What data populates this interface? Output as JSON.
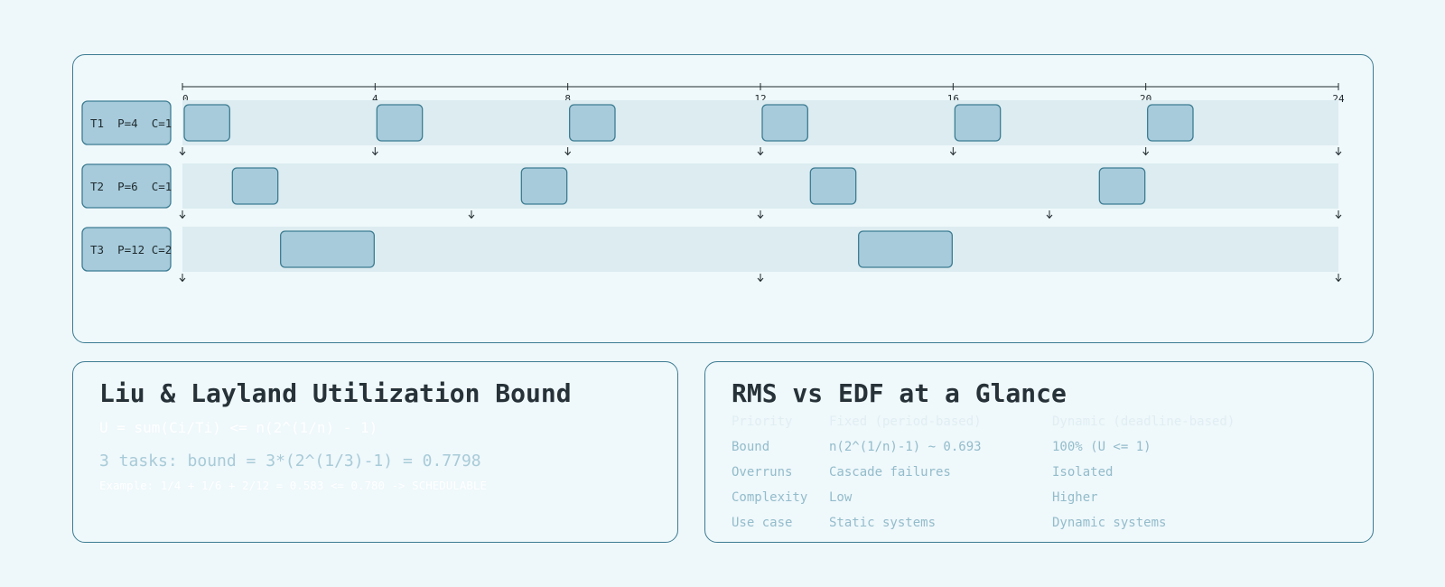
{
  "timeline": {
    "hyperperiod": 24,
    "tick_values": [
      0,
      4,
      8,
      12,
      16,
      20,
      24
    ],
    "tick_labels": [
      "0",
      "4",
      "8",
      "12",
      "16",
      "20",
      "24"
    ],
    "tasks": [
      {
        "label": "T1  P=4  C=1",
        "period": 4,
        "wcet": 1,
        "jobs": [
          [
            0,
            1
          ],
          [
            4,
            5
          ],
          [
            8,
            9
          ],
          [
            12,
            13
          ],
          [
            16,
            17
          ],
          [
            20,
            21
          ]
        ]
      },
      {
        "label": "T2  P=6  C=1",
        "period": 6,
        "wcet": 1,
        "jobs": [
          [
            1,
            2
          ],
          [
            7,
            8
          ],
          [
            13,
            14
          ],
          [
            19,
            20
          ]
        ]
      },
      {
        "label": "T3  P=12 C=2",
        "period": 12,
        "wcet": 2,
        "jobs": [
          [
            2,
            4
          ],
          [
            14,
            16
          ]
        ]
      }
    ],
    "colors": {
      "job_fill": "#a7cbdb",
      "job_stroke": "#3c7c92",
      "lane_fill": "#dcecf1",
      "label_fill": "#a7cbdb"
    }
  },
  "bound": {
    "title": "Liu & Layland Utilization Bound",
    "formula": "U = sum(Ci/Ti) <= n(2^(1/n) - 1)",
    "three_tasks": "3 tasks: bound = 3*(2^(1/3)-1) = 0.7798",
    "example": "Example: 1/4 + 1/6 + 2/12 = 0.583 <= 0.780 -> SCHEDULABLE"
  },
  "compare": {
    "title": "RMS vs EDF at a Glance",
    "rows": [
      [
        "Priority",
        "Fixed (period-based)",
        "Dynamic (deadline-based)"
      ],
      [
        "Bound",
        "n(2^(1/n)-1) ~ 0.693",
        "100% (U <= 1)"
      ],
      [
        "Overruns",
        "Cascade failures",
        "Isolated"
      ],
      [
        "Complexity",
        "Low",
        "Higher"
      ],
      [
        "Use case",
        "Static systems",
        "Dynamic systems"
      ]
    ]
  }
}
